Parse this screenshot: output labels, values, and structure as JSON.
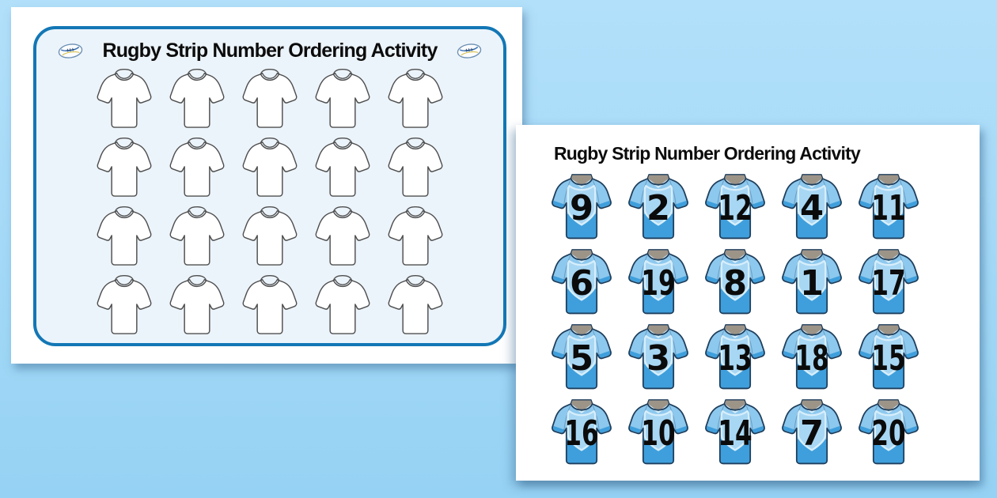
{
  "surface": {
    "background_top": "#b2e0fa",
    "background_bottom": "#96d2f4"
  },
  "left_page": {
    "title": "Rugby Strip Number Ordering Activity",
    "decorations": [
      "rugby-ball-icon",
      "rugby-ball-icon"
    ],
    "frame": {
      "border_color": "#1377b5",
      "fill_color": "#ecf4fb"
    },
    "grid": {
      "rows": 4,
      "columns": 5,
      "shirt_style": "blank-outline-shirt"
    }
  },
  "right_page": {
    "title": "Rugby Strip Number Ordering Activity",
    "shirt_numbers": [
      [
        9,
        2,
        12,
        4,
        11
      ],
      [
        6,
        19,
        8,
        1,
        17
      ],
      [
        5,
        3,
        13,
        18,
        15
      ],
      [
        16,
        10,
        14,
        7,
        20
      ]
    ],
    "shirt_colors": {
      "body": "#8dc8ee",
      "lower": "#3f9fdc",
      "chest_panel": "#a8d7f4",
      "chest_panel_edge": "#d6eefb",
      "collar": "#9d9488",
      "outline": "#1e3e5c",
      "number": "#0b0b0b"
    }
  }
}
